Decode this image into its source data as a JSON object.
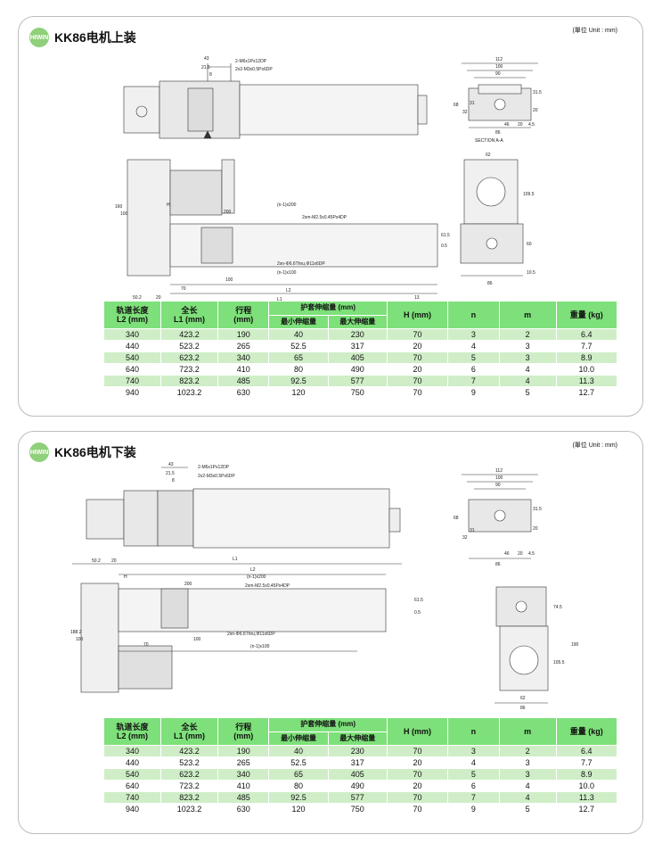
{
  "unit_label": "(單位 Unit : mm)",
  "logo_text": "HIWIN",
  "sections": [
    {
      "title": "KK86电机上装",
      "labels": {
        "top_dims": [
          "43",
          "21.5",
          "8"
        ],
        "top_callouts": [
          "2-M6x1Px12DP",
          "2x2-M3x0.5Px6DP"
        ],
        "section_dims": [
          "112",
          "100",
          "90",
          "68",
          "31.5",
          "20",
          "31",
          "32",
          "46",
          "20",
          "4.5",
          "86"
        ],
        "section_name": "SECTION A-A",
        "side_dims": [
          "62",
          "109.5",
          "60",
          "86",
          "10.5"
        ],
        "front_left": [
          "160",
          "100"
        ],
        "front_dims": [
          "H",
          "200",
          "(n-1)x200",
          "2xm-M2.5x0.45Px4DP",
          "61.5",
          "0.5",
          "2xn-Φ6.6Thru,Φ11x6DP",
          "(n-1)x100",
          "100",
          "70",
          "L2",
          "50.2",
          "20",
          "13",
          "L1"
        ]
      },
      "table": {
        "headers": {
          "rail_length": "轨道长度\nL2 (mm)",
          "total_length": "全长\nL1 (mm)",
          "stroke": "行程\n(mm)",
          "bellows": "护套伸缩量 (mm)",
          "min_bellows": "最小伸缩量",
          "max_bellows": "最大伸缩量",
          "h": "H (mm)",
          "n": "n",
          "m": "m",
          "weight": "重量 (kg)"
        },
        "rows": [
          [
            "340",
            "423.2",
            "190",
            "40",
            "230",
            "70",
            "3",
            "2",
            "6.4"
          ],
          [
            "440",
            "523.2",
            "265",
            "52.5",
            "317",
            "20",
            "4",
            "3",
            "7.7"
          ],
          [
            "540",
            "623.2",
            "340",
            "65",
            "405",
            "70",
            "5",
            "3",
            "8.9"
          ],
          [
            "640",
            "723.2",
            "410",
            "80",
            "490",
            "20",
            "6",
            "4",
            "10.0"
          ],
          [
            "740",
            "823.2",
            "485",
            "92.5",
            "577",
            "70",
            "7",
            "4",
            "11.3"
          ],
          [
            "940",
            "1023.2",
            "630",
            "120",
            "750",
            "70",
            "9",
            "5",
            "12.7"
          ]
        ]
      }
    },
    {
      "title": "KK86电机下装",
      "labels": {
        "top_dims": [
          "43",
          "21.5",
          "8"
        ],
        "top_callouts": [
          "2-M6x1Px12DP",
          "2x2-M3x0.5Px6DP"
        ],
        "section_dims": [
          "112",
          "100",
          "90",
          "68",
          "31.5",
          "20",
          "31",
          "32",
          "46",
          "20",
          "4.5",
          "86"
        ],
        "side_dims": [
          "74.5",
          "190",
          "105.5",
          "62",
          "86"
        ],
        "front_left": [
          "188.2",
          "100"
        ],
        "front_dims": [
          "50.2",
          "20",
          "L1",
          "L2",
          "H",
          "200",
          "(n-1)x200",
          "2xm-M2.5x0.45Px4DP",
          "61.5",
          "0.5",
          "2xn-Φ6.6Thru,Φ11x6DP",
          "100",
          "70",
          "(n-1)x100"
        ]
      },
      "table": {
        "headers": {
          "rail_length": "轨道长度\nL2 (mm)",
          "total_length": "全长\nL1 (mm)",
          "stroke": "行程\n(mm)",
          "bellows": "护套伸缩量 (mm)",
          "min_bellows": "最小伸缩量",
          "max_bellows": "最大伸缩量",
          "h": "H (mm)",
          "n": "n",
          "m": "m",
          "weight": "重量 (kg)"
        },
        "rows": [
          [
            "340",
            "423.2",
            "190",
            "40",
            "230",
            "70",
            "3",
            "2",
            "6.4"
          ],
          [
            "440",
            "523.2",
            "265",
            "52.5",
            "317",
            "20",
            "4",
            "3",
            "7.7"
          ],
          [
            "540",
            "623.2",
            "340",
            "65",
            "405",
            "70",
            "5",
            "3",
            "8.9"
          ],
          [
            "640",
            "723.2",
            "410",
            "80",
            "490",
            "20",
            "6",
            "4",
            "10.0"
          ],
          [
            "740",
            "823.2",
            "485",
            "92.5",
            "577",
            "70",
            "7",
            "4",
            "11.3"
          ],
          [
            "940",
            "1023.2",
            "630",
            "120",
            "750",
            "70",
            "9",
            "5",
            "12.7"
          ]
        ]
      }
    }
  ]
}
